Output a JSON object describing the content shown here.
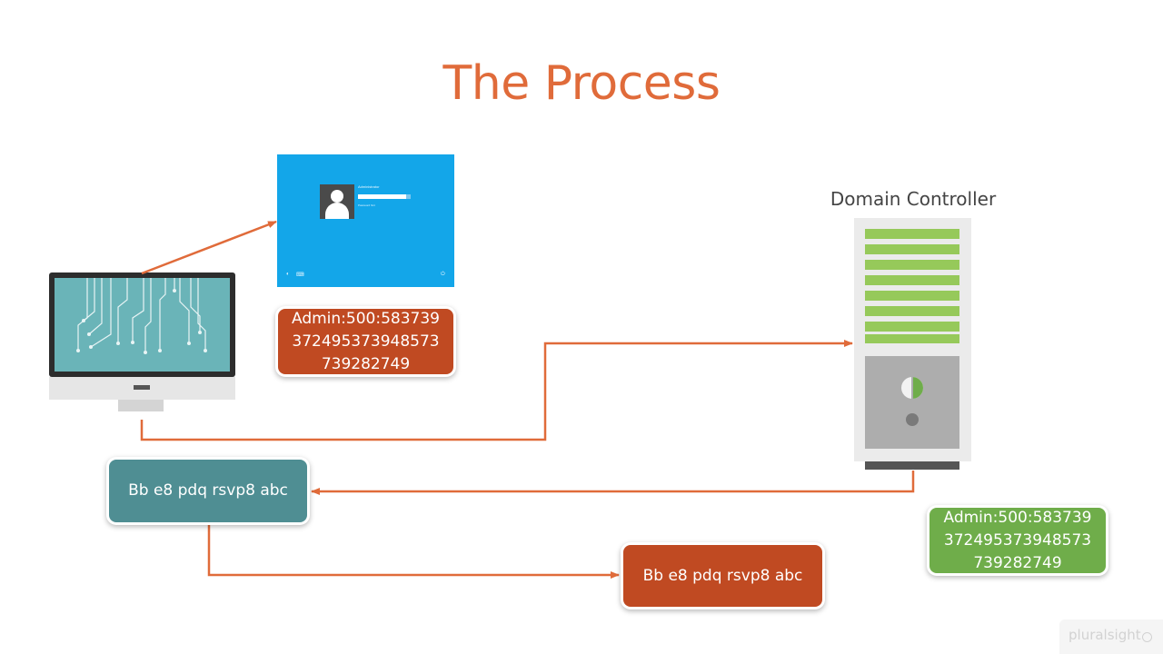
{
  "slide": {
    "title": "The Process"
  },
  "domain_controller": {
    "label": "Domain Controller"
  },
  "hash_box_client": {
    "lines": [
      "Admin:500:583739",
      "372495373948573",
      "739282749"
    ]
  },
  "hash_box_dc": {
    "lines": [
      "Admin:500:583739",
      "372495373948573",
      "739282749"
    ]
  },
  "challenge_box": {
    "text": "Bb e8 pdq rsvp8 abc"
  },
  "response_box": {
    "text": "Bb e8 pdq rsvp8 abc"
  },
  "login_screen": {
    "username": "Administrator",
    "hint": "Password hint"
  },
  "watermark": {
    "brand": "pluralsight"
  },
  "colors": {
    "title": "#e06b3a",
    "arrow": "#e06b3a",
    "orange_box": "#c04a22",
    "teal_box": "#4f8e93",
    "green_box": "#6fad4a",
    "login_bg": "#13a6e9",
    "server_stripes": "#96c95a"
  },
  "icons": [
    "computer-monitor-icon",
    "server-tower-icon",
    "user-avatar-icon",
    "power-icon",
    "accessibility-icon",
    "arrow-icon"
  ]
}
